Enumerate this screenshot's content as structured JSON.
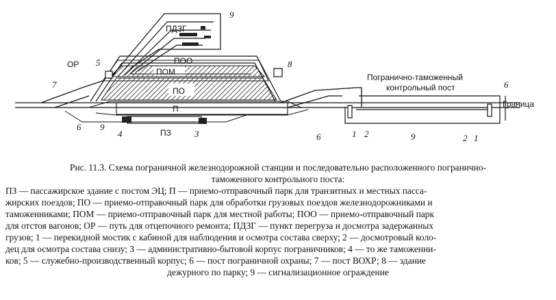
{
  "diagram": {
    "labels": {
      "pdzg": "ПДЗГ",
      "poo": "ПОО",
      "pom": "ПОМ",
      "po": "ПО",
      "p": "П",
      "pz": "ПЗ",
      "or": "ОР",
      "customs_post_line1": "Погранично-таможенный",
      "customs_post_line2": "контрольный пост",
      "border": "Граница"
    },
    "numbers": {
      "n9_top": "9",
      "n8": "8",
      "n5": "5",
      "n7": "7",
      "n6_left": "6",
      "n9_left": "9",
      "n4": "4",
      "n3": "3",
      "n6_mid": "6",
      "n1_mid": "1",
      "n2_mid": "2",
      "n9_right": "9",
      "n2_right": "2",
      "n1_right": "1",
      "n6_right": "6"
    }
  },
  "caption": {
    "title_line1": "Рис. 11.3. Схема пограничной железнодорожной станции и последовательно расположенного погранично-",
    "title_line2": "таможенного контрольного поста:",
    "legend_lines": [
      "ПЗ — пассажирское здание с постом ЭЦ; П — приемо-отправочный парк для транзитных и местных пасса-",
      "жирских поездов; ПО — приемо-отправочный парк для обработки грузовых поездов железнодорожниками и",
      "таможенниками; ПОМ — приемо-отправочный парк для местной работы; ПОО — приемо-отправочный парк",
      "для отстоя вагонов; ОР — путь для отцепочного ремонта; ПДЗГ — пункт перегруза и досмотра задержанных",
      "грузов; 1 — перекидной мостик с кабиной для наблюдения и осмотра состава сверху; 2 — досмотровый коло-",
      "дец для осмотра состава снизу; 3 — административно-бытовой корпус пограничников; 4 — то же таможенни-",
      "ков; 5 — служебно-производственный корпус; 6 — пост пограничной охраны; 7 — пост ВОХР; 8 — здание"
    ],
    "last_line": "дежурного по парку; 9 — сигнализационное ограждение"
  }
}
